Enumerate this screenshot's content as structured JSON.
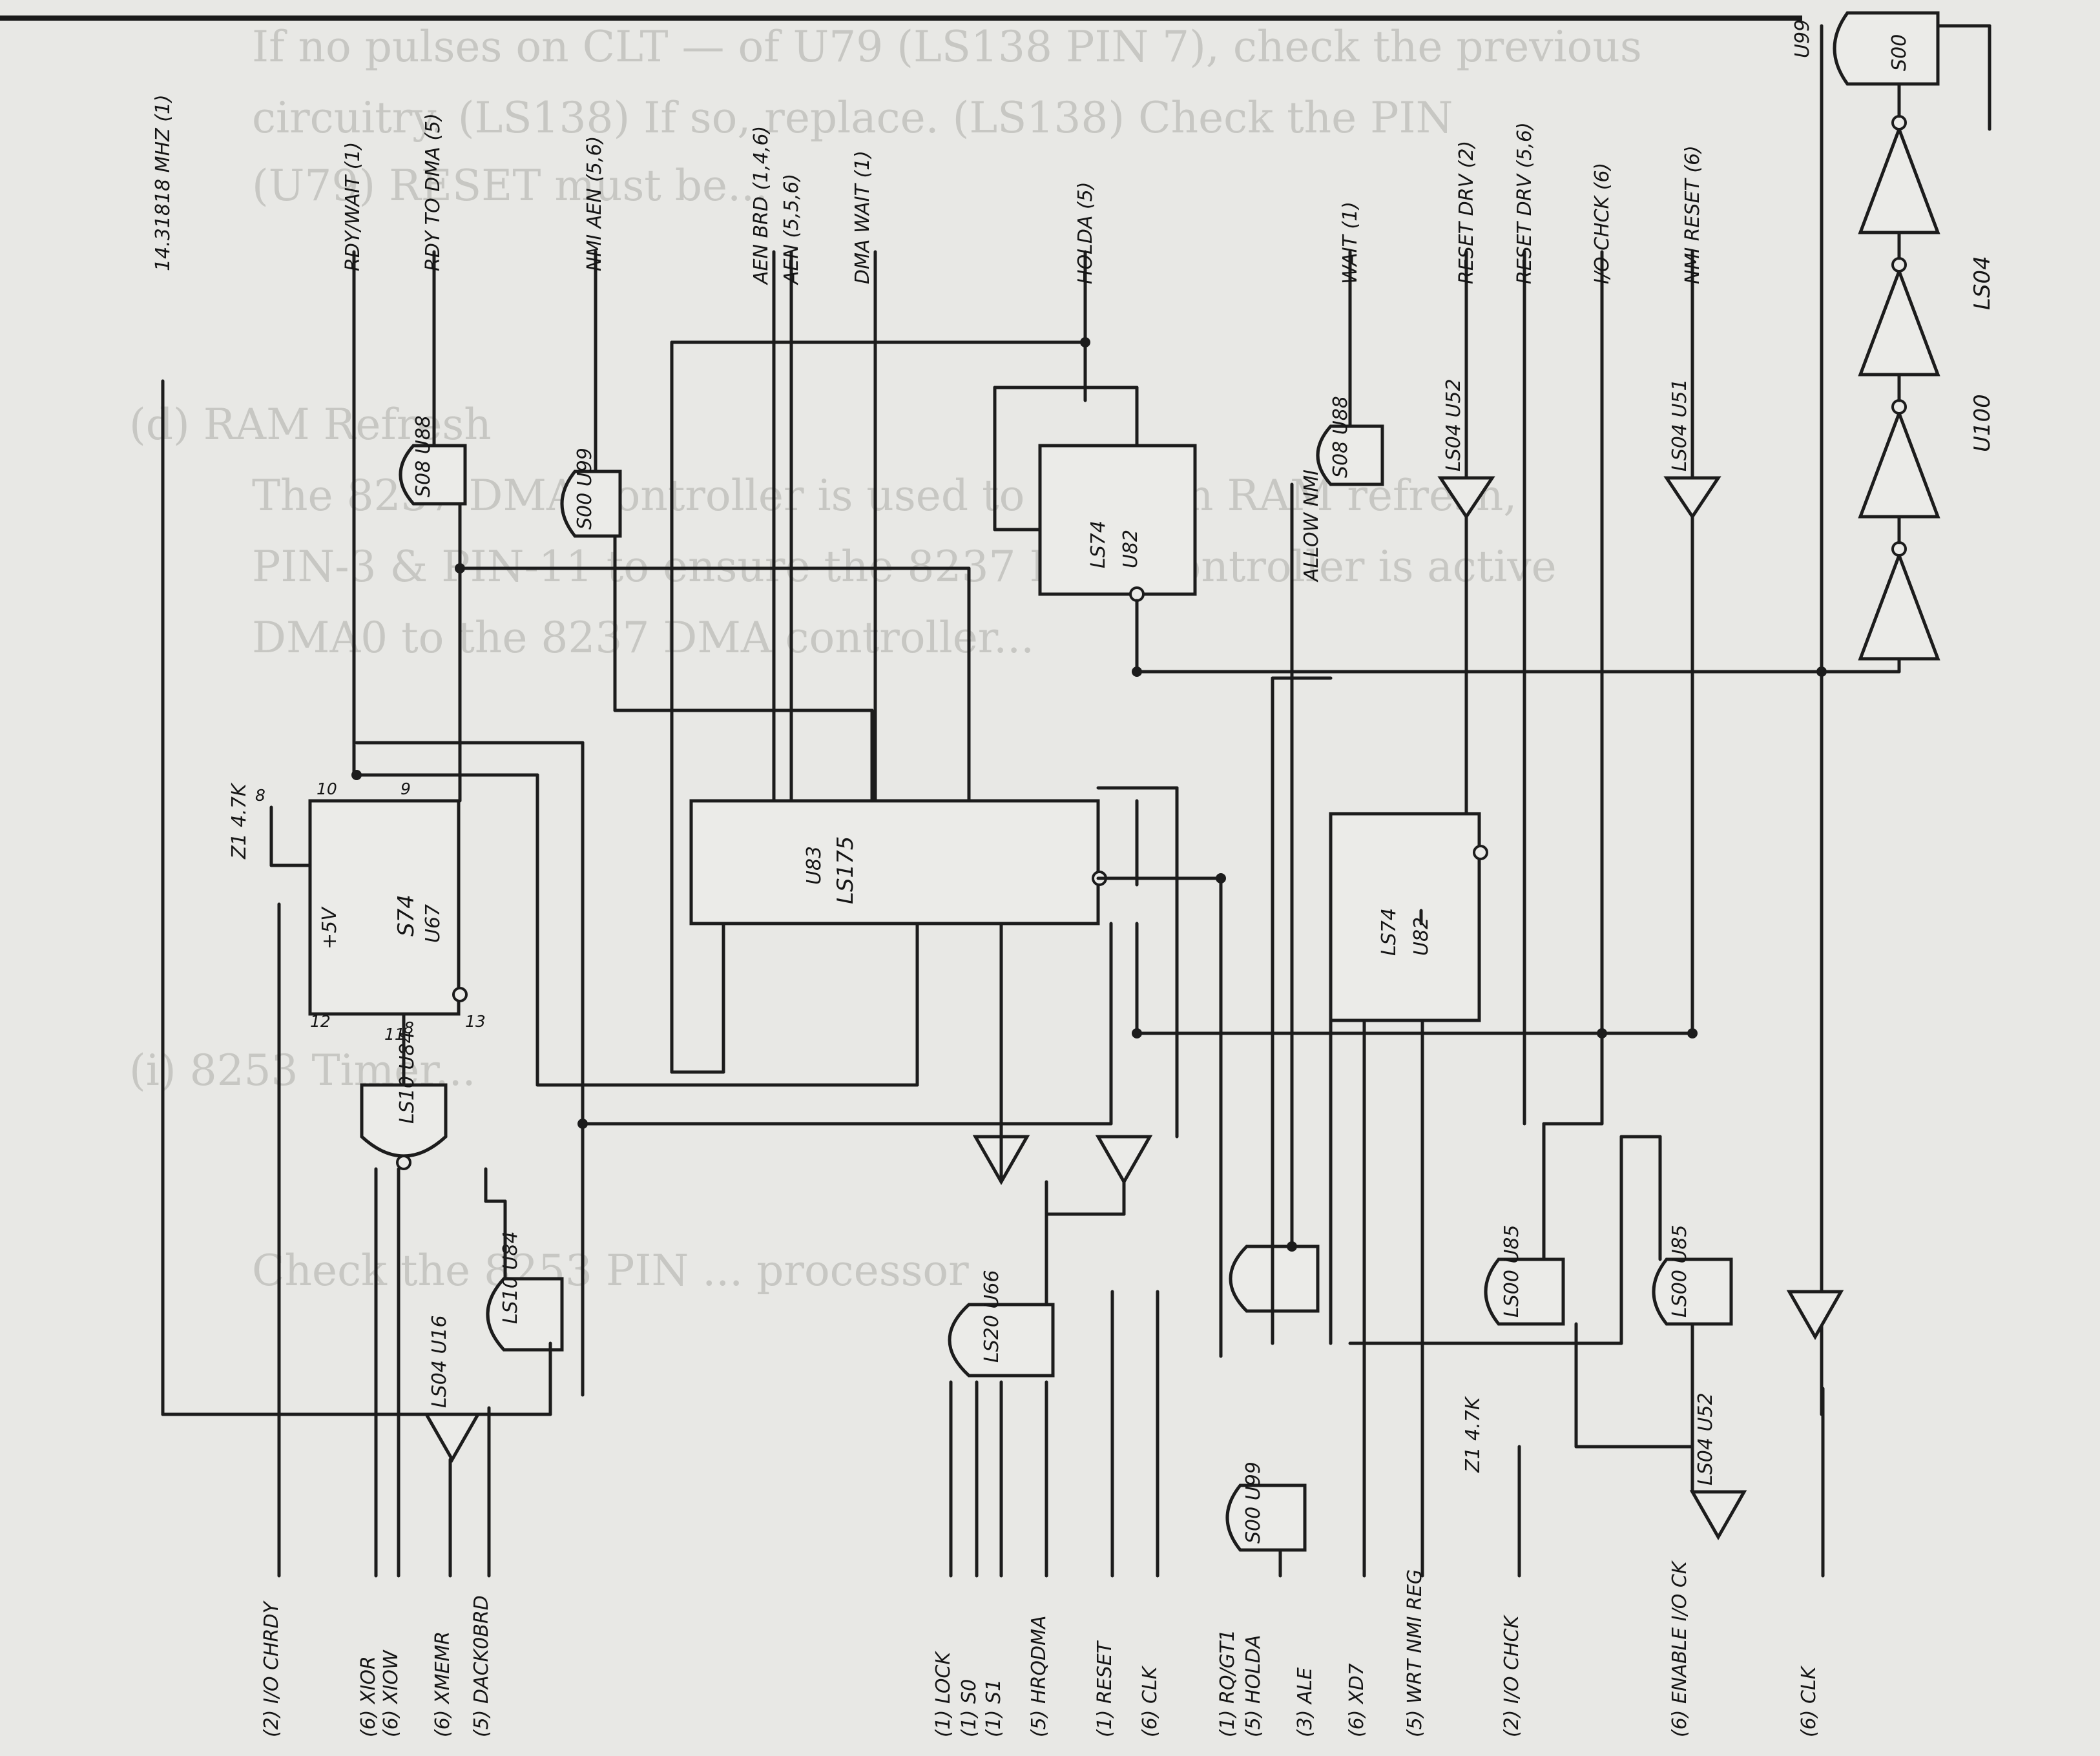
{
  "background_text": [
    "If no pulses on CLT — of U79 (LS138 PIN 7), check the previous",
    "circuitry. (LS138) If so, replace. (LS138) Check the PIN",
    "(U79) RESET must be...",
    "(d) RAM Refresh",
    "The 8237 DMA controller is used to perform RAM refresh,",
    "PIN-3 & PIN-11 to ensure the 8237 DMA controller is active",
    "DMA0 to the 8237 DMA controller...",
    "(i) 8253 Timer...",
    "Check the 8253 PIN ... processor"
  ],
  "left_signals": [
    {
      "name": "i/o-chrdy",
      "text": "(2) I/O CHRDY"
    },
    {
      "name": "xior",
      "text": "(6) XIOR"
    },
    {
      "name": "xiow",
      "text": "(6) XIOW"
    },
    {
      "name": "xmemr",
      "text": "(6) XMEMR"
    },
    {
      "name": "dack0brd",
      "text": "(5) DACK0BRD"
    },
    {
      "name": "lock",
      "text": "(1) LOCK"
    },
    {
      "name": "s0",
      "text": "(1) S0"
    },
    {
      "name": "s1",
      "text": "(1) S1"
    },
    {
      "name": "hrqdma",
      "text": "(5) HRQDMA"
    },
    {
      "name": "reset",
      "text": "(1) RESET"
    },
    {
      "name": "clk1",
      "text": "(6) CLK"
    },
    {
      "name": "rqgt",
      "text": "(1) RQ/GT1"
    },
    {
      "name": "hold",
      "text": "(5) HOLDA"
    },
    {
      "name": "ale",
      "text": "(3) ALE"
    },
    {
      "name": "xd7",
      "text": "(6) XD7"
    },
    {
      "name": "wrtnmireg",
      "text": "(5) WRT NMI REG"
    },
    {
      "name": "iochck-in",
      "text": "(2) I/O CHCK"
    },
    {
      "name": "enable-io",
      "text": "(6) ENABLE I/O CK"
    },
    {
      "name": "clk2",
      "text": "(6) CLK"
    }
  ],
  "right_signals": [
    {
      "name": "14mhz",
      "text": "14.31818 MHZ (1)"
    },
    {
      "name": "rdy-wait",
      "text": "RDY/WAIT (1)"
    },
    {
      "name": "rdytodma",
      "text": "RDY TO DMA (5)"
    },
    {
      "name": "nmi-ien",
      "text": "NMI AEN (5,6)"
    },
    {
      "name": "aen-brd",
      "text": "AEN BRD (1,4,6)"
    },
    {
      "name": "aen",
      "text": "AEN (5,5,6)"
    },
    {
      "name": "dma-wait",
      "text": "DMA WAIT (1)"
    },
    {
      "name": "holda",
      "text": "HOLDA (5)"
    },
    {
      "name": "wait",
      "text": "WAIT (1)"
    },
    {
      "name": "reset-drv",
      "text": "RESET DRV (2)"
    },
    {
      "name": "reset-drv2",
      "text": "RESET DRV (5,6)"
    },
    {
      "name": "iochck-out",
      "text": "I/O CHCK (6)"
    },
    {
      "name": "nmi",
      "text": "NMI RESET (6)"
    }
  ],
  "chips": [
    {
      "name": "u67-s74",
      "ref": "U67",
      "type": "S74"
    },
    {
      "name": "u83-ls175",
      "ref": "U83",
      "type": "LS175"
    },
    {
      "name": "u82-ls74",
      "ref": "U82",
      "type": "LS74"
    },
    {
      "name": "u82b-ls74",
      "ref": "U82",
      "type": "LS74"
    },
    {
      "name": "u99-s00",
      "ref": "U99",
      "type": "S00"
    },
    {
      "name": "u100-ls04",
      "ref": "U100",
      "type": "LS04"
    }
  ],
  "gate_labels": {
    "u84-ls10": "LS10 U84",
    "u84b-ls10": "LS10 U84",
    "u16-ls04": "LS04 U16",
    "u66-ls20": "LS20 U66",
    "u99b-s00": "S00 U99",
    "u85-ls00": "LS00 U85",
    "u85b-ls00": "LS00 U85",
    "u88-s08": "S08 U88",
    "u88b-s08": "S08 U88",
    "u99c-s00": "S00 U99",
    "u52-ls04": "LS04 U52",
    "u51-ls04": "LS04 U51",
    "u52b-ls04": "LS04 U52"
  },
  "misc": {
    "z1": "Z1 4.7K",
    "z1b": "Z1 4.7K",
    "plus5": "+5V",
    "allow_nmi": "ALLOW NMI",
    "u99_top": "U99"
  }
}
